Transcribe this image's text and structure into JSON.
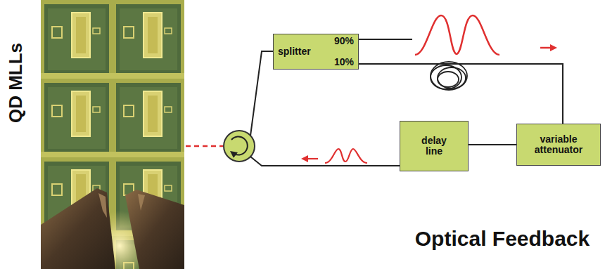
{
  "diagram": {
    "nodes": [
      {
        "text": [
          "90%",
          "splitter",
          "10%"
        ]
      },
      {
        "text": [
          "delay line"
        ]
      },
      {
        "text": [
          "variable attenuator"
        ]
      }
    ],
    "edges": [
      {
        "from": 0,
        "to": 2,
        "arrow": "none"
      },
      {
        "from": 2,
        "to": 1,
        "arrow": "none"
      }
    ],
    "labels": [
      "QD MLLs",
      "Optical Feedback"
    ]
  }
}
